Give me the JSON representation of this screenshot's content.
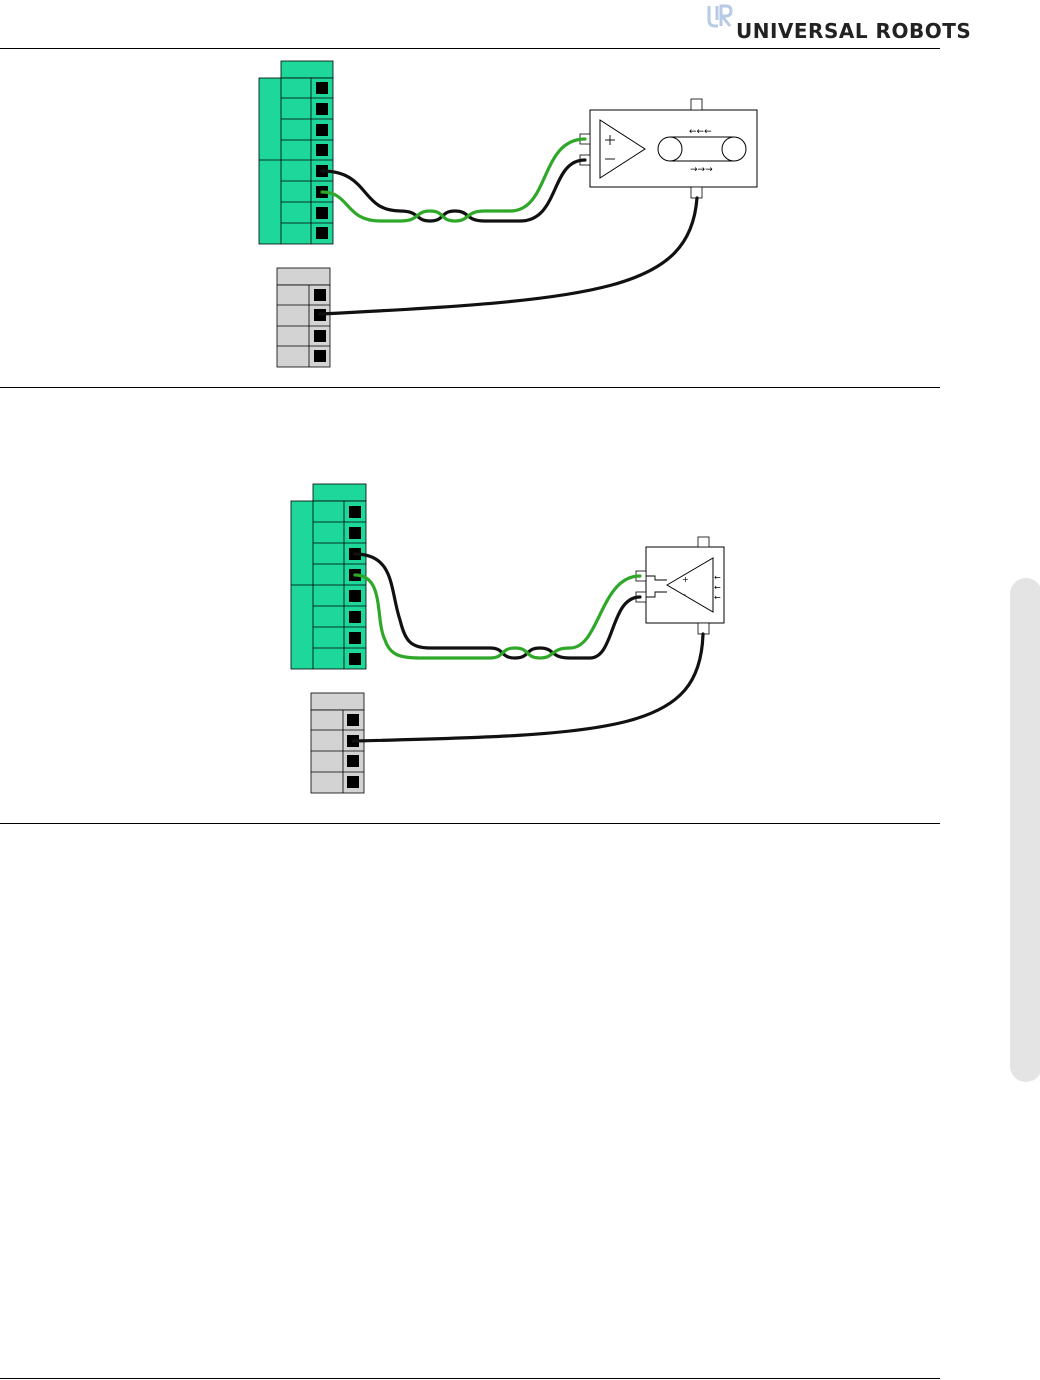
{
  "header": {
    "brand": "UNIVERSAL ROBOTS",
    "logo_icon": "ur-logo-icon"
  },
  "colors": {
    "terminal_green": "#1ed79a",
    "terminal_gray": "#d3d3d3",
    "wire_green": "#2fa82a",
    "wire_black": "#111111",
    "rule": "#000000"
  },
  "diagrams": [
    {
      "name": "encoder-wiring-diagram-1",
      "green_terminals": 8,
      "gray_terminals": 4,
      "device": "differential-encoder-with-belt"
    },
    {
      "name": "encoder-wiring-diagram-2",
      "green_terminals": 8,
      "gray_terminals": 4,
      "device": "differential-encoder-compact"
    }
  ]
}
